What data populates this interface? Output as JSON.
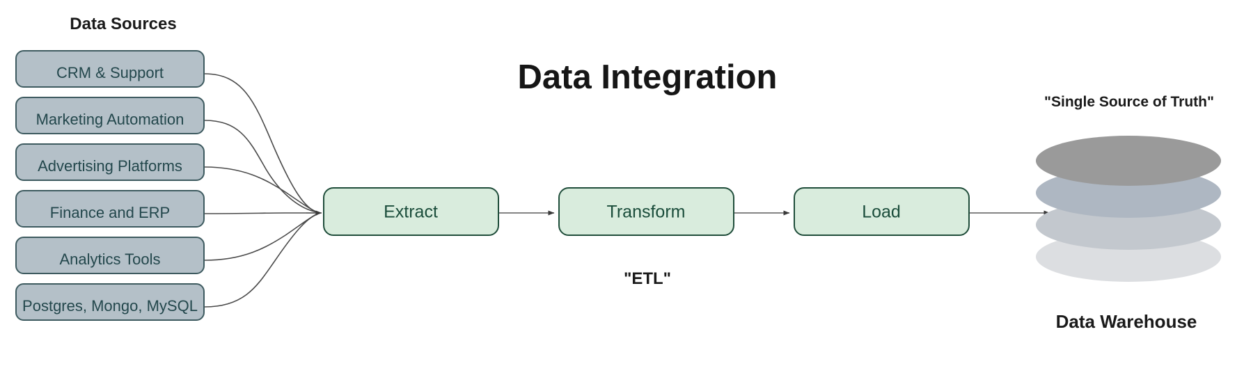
{
  "diagram": {
    "title": "Data Integration",
    "background_color": "#ffffff",
    "sources_heading": "Data Sources",
    "etl_caption": "\"ETL\"",
    "warehouse_caption": "\"Single Source of Truth\"",
    "warehouse_label": "Data Warehouse",
    "source_nodes": [
      {
        "label": "CRM & Support"
      },
      {
        "label": "Marketing Automation"
      },
      {
        "label": "Advertising Platforms"
      },
      {
        "label": "Finance and ERP"
      },
      {
        "label": "Analytics Tools"
      },
      {
        "label": "Postgres, Mongo, MySQL"
      }
    ],
    "etl_nodes": [
      {
        "label": "Extract"
      },
      {
        "label": "Transform"
      },
      {
        "label": "Load"
      }
    ],
    "warehouse_discs": [
      {
        "color": "#9a9a9a"
      },
      {
        "color": "#aeb7c2"
      },
      {
        "color": "#c3c8ce"
      },
      {
        "color": "#dcdee1"
      }
    ],
    "colors": {
      "source_fill": "#b4c0c8",
      "source_stroke": "#3d5a5f",
      "source_text": "#23474c",
      "etl_fill": "#d9ecdd",
      "etl_stroke": "#1f4d3a",
      "etl_text": "#1b4d3b",
      "connector": "#4a4a4a",
      "heading_text": "#1a1a1a"
    }
  }
}
